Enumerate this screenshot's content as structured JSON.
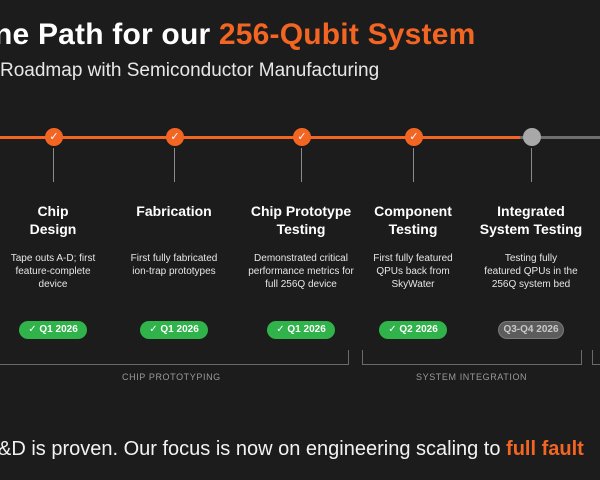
{
  "title": {
    "main": "ne Path for our ",
    "accent": "256-Qubit System"
  },
  "subtitle": "Roadmap with Semiconductor Manufacturing",
  "milestones": [
    {
      "title": "Chip\nDesign",
      "desc": "Tape outs A-D; first\nfeature-complete\ndevice",
      "status": "Q1 2026",
      "check": "✓",
      "complete": true
    },
    {
      "title": "Fabrication",
      "desc": "First fully fabricated\nion-trap prototypes",
      "status": "Q1 2026",
      "check": "✓",
      "complete": true
    },
    {
      "title": "Chip Prototype\nTesting",
      "desc": "Demonstrated critical\nperformance metrics for\nfull 256Q device",
      "status": "Q1 2026",
      "check": "✓",
      "complete": true
    },
    {
      "title": "Component\nTesting",
      "desc": "First fully featured\nQPUs back from\nSkyWater",
      "status": "Q2 2026",
      "check": "✓",
      "complete": true
    },
    {
      "title": "Integrated\nSystem Testing",
      "desc": "Testing fully\nfeatured QPUs in the\n256Q system bed",
      "status": "Q3-Q4 2026",
      "check": "",
      "complete": false
    }
  ],
  "sections": [
    {
      "label": "CHIP PROTOTYPING"
    },
    {
      "label": "SYSTEM INTEGRATION"
    }
  ],
  "footer": {
    "main": "&D is proven.  Our focus is now on engineering scaling to ",
    "accent": "full fault"
  },
  "colors": {
    "accent": "#f26522",
    "complete_badge": "#2fb34a",
    "pending": "#a8a8a8",
    "background": "#1c1c1c"
  }
}
